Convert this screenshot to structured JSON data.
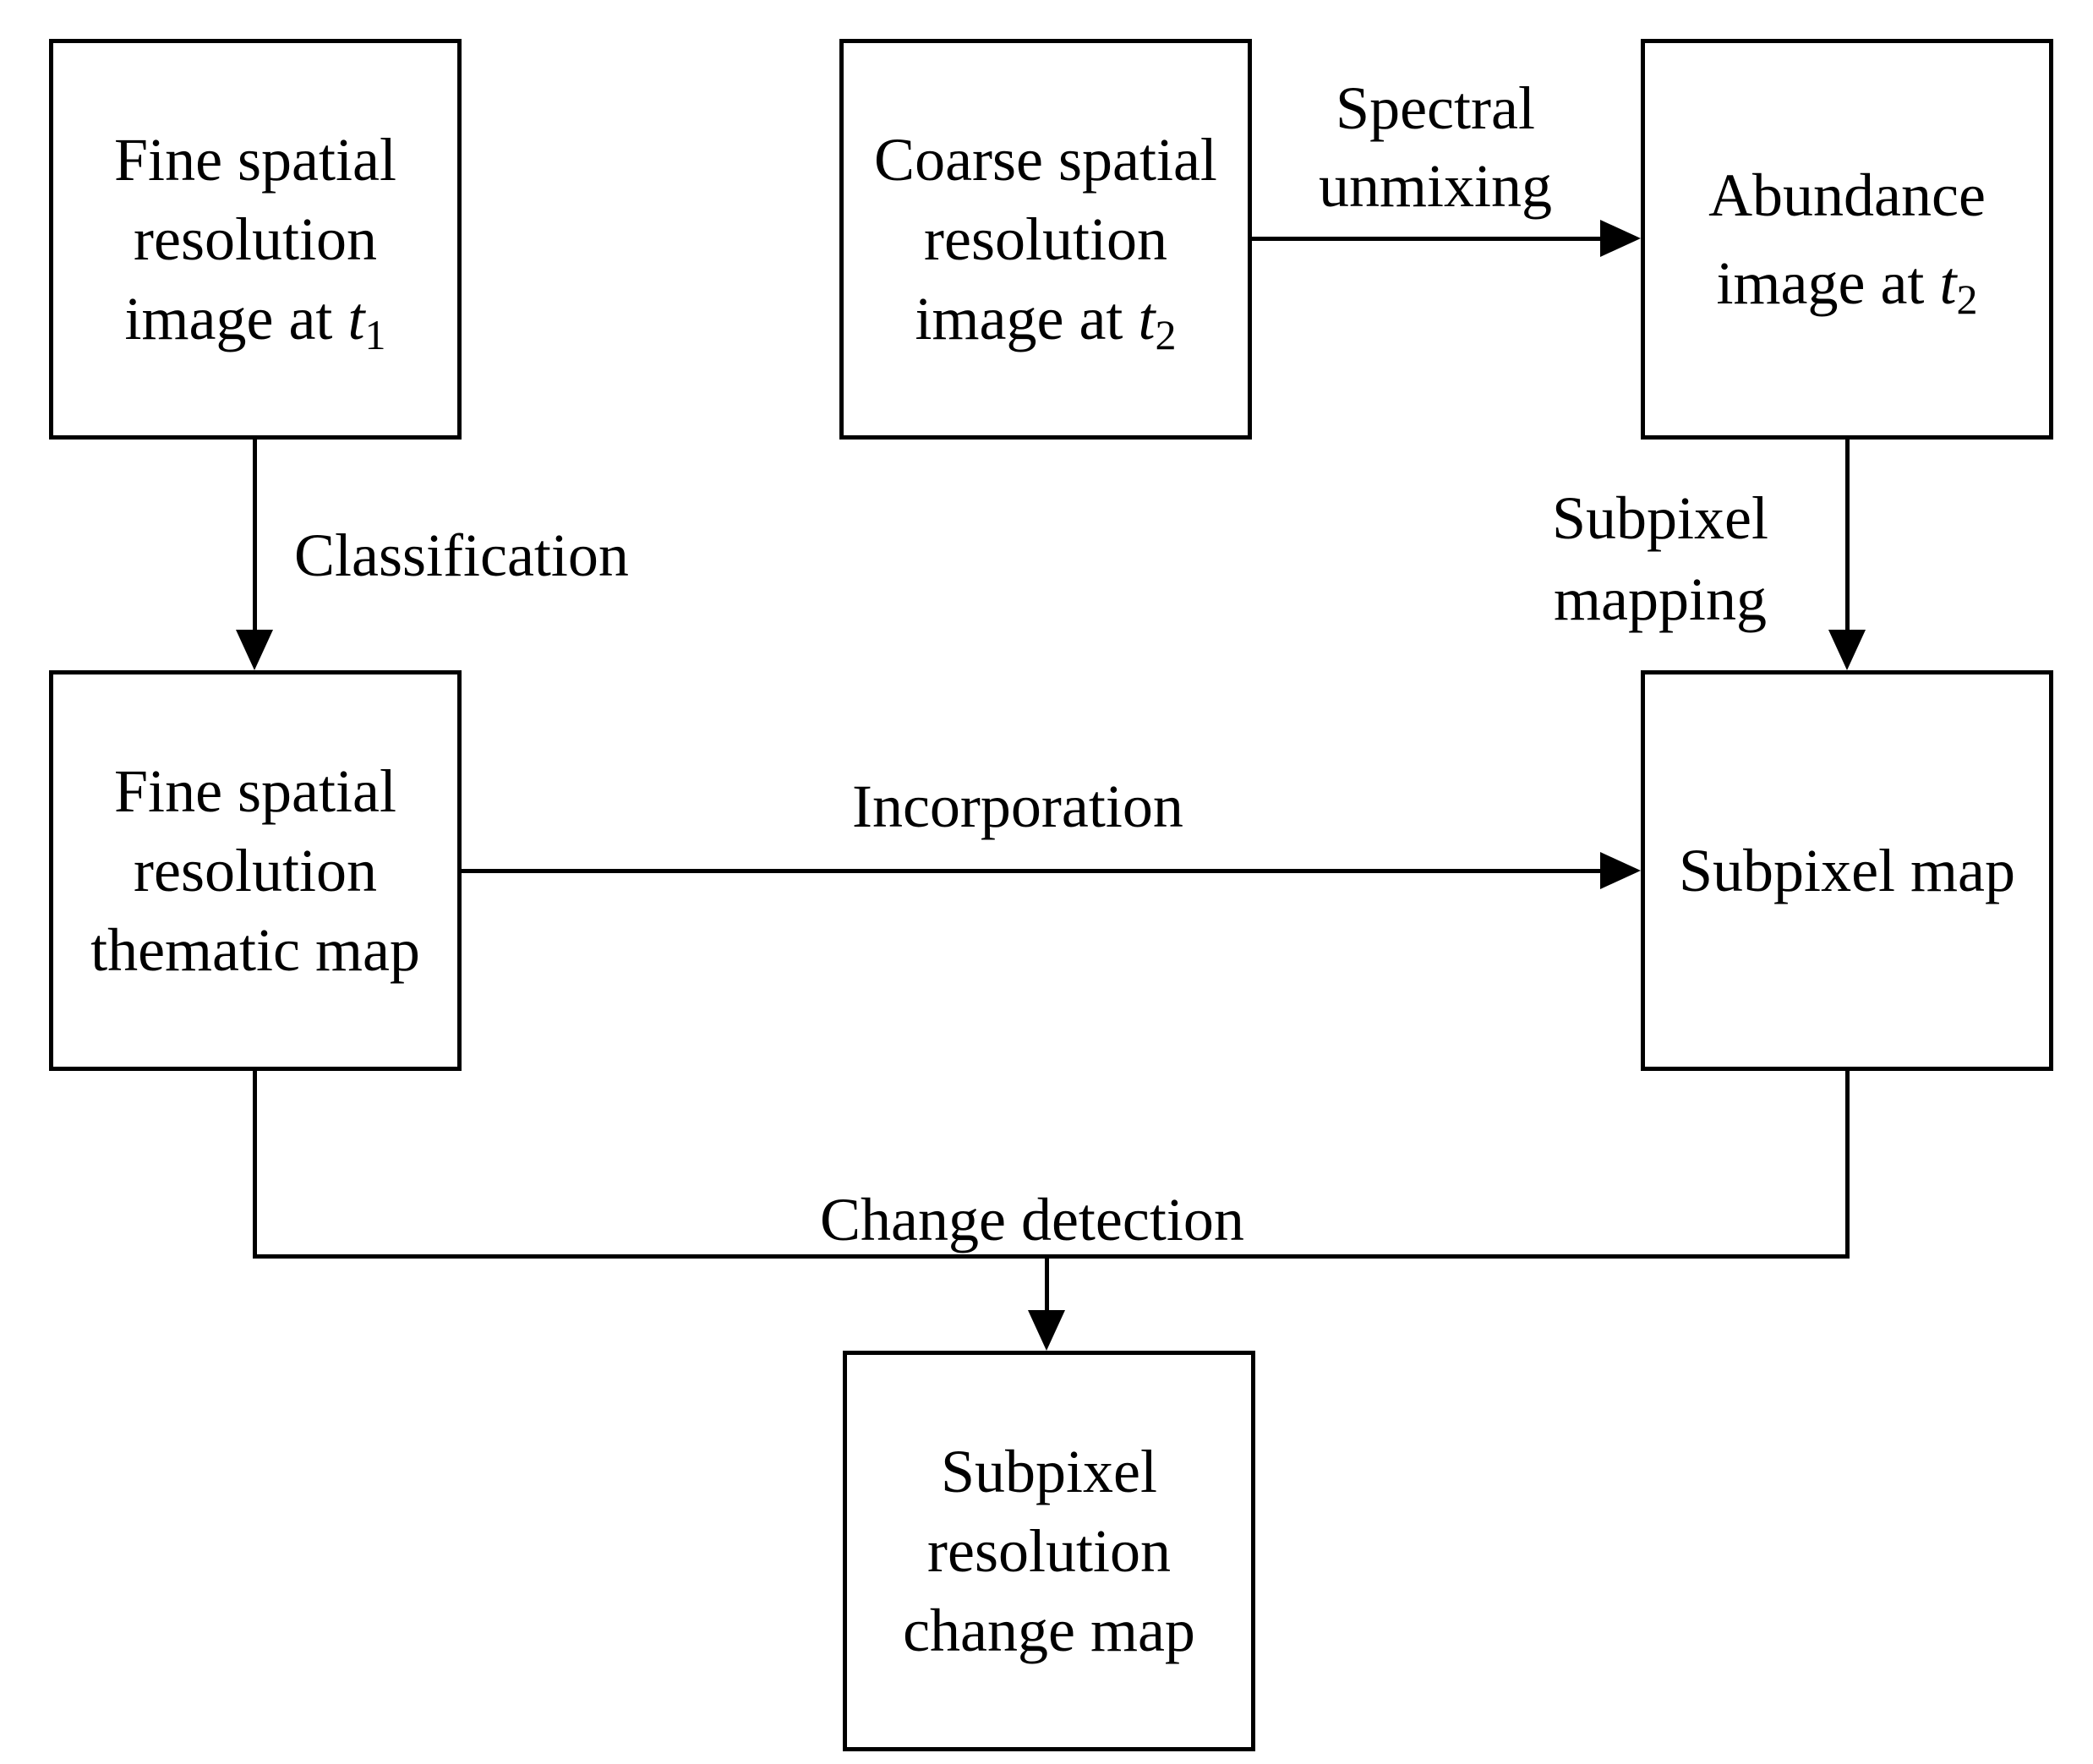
{
  "nodes": {
    "fine_image": {
      "line1": "Fine spatial",
      "line2": "resolution",
      "line3_text": "image at ",
      "var": "t",
      "sub": "1"
    },
    "coarse_image": {
      "line1": "Coarse spatial",
      "line2": "resolution",
      "line3_text": "image at ",
      "var": "t",
      "sub": "2"
    },
    "abundance_image": {
      "line1": "Abundance",
      "line2_text": "image at ",
      "var": "t",
      "sub": "2"
    },
    "thematic_map": {
      "line1": "Fine spatial",
      "line2": "resolution",
      "line3": "thematic map"
    },
    "subpixel_map": {
      "line1": "Subpixel map"
    },
    "change_map": {
      "line1": "Subpixel",
      "line2": "resolution",
      "line3": "change map"
    }
  },
  "edges": {
    "spectral_unmixing": {
      "line1": "Spectral",
      "line2": "unmixing"
    },
    "classification": {
      "line1": "Classification"
    },
    "subpixel_mapping": {
      "line1": "Subpixel",
      "line2": "mapping"
    },
    "incorporation": {
      "line1": "Incorporation"
    },
    "change_detection": {
      "line1": "Change detection"
    }
  }
}
